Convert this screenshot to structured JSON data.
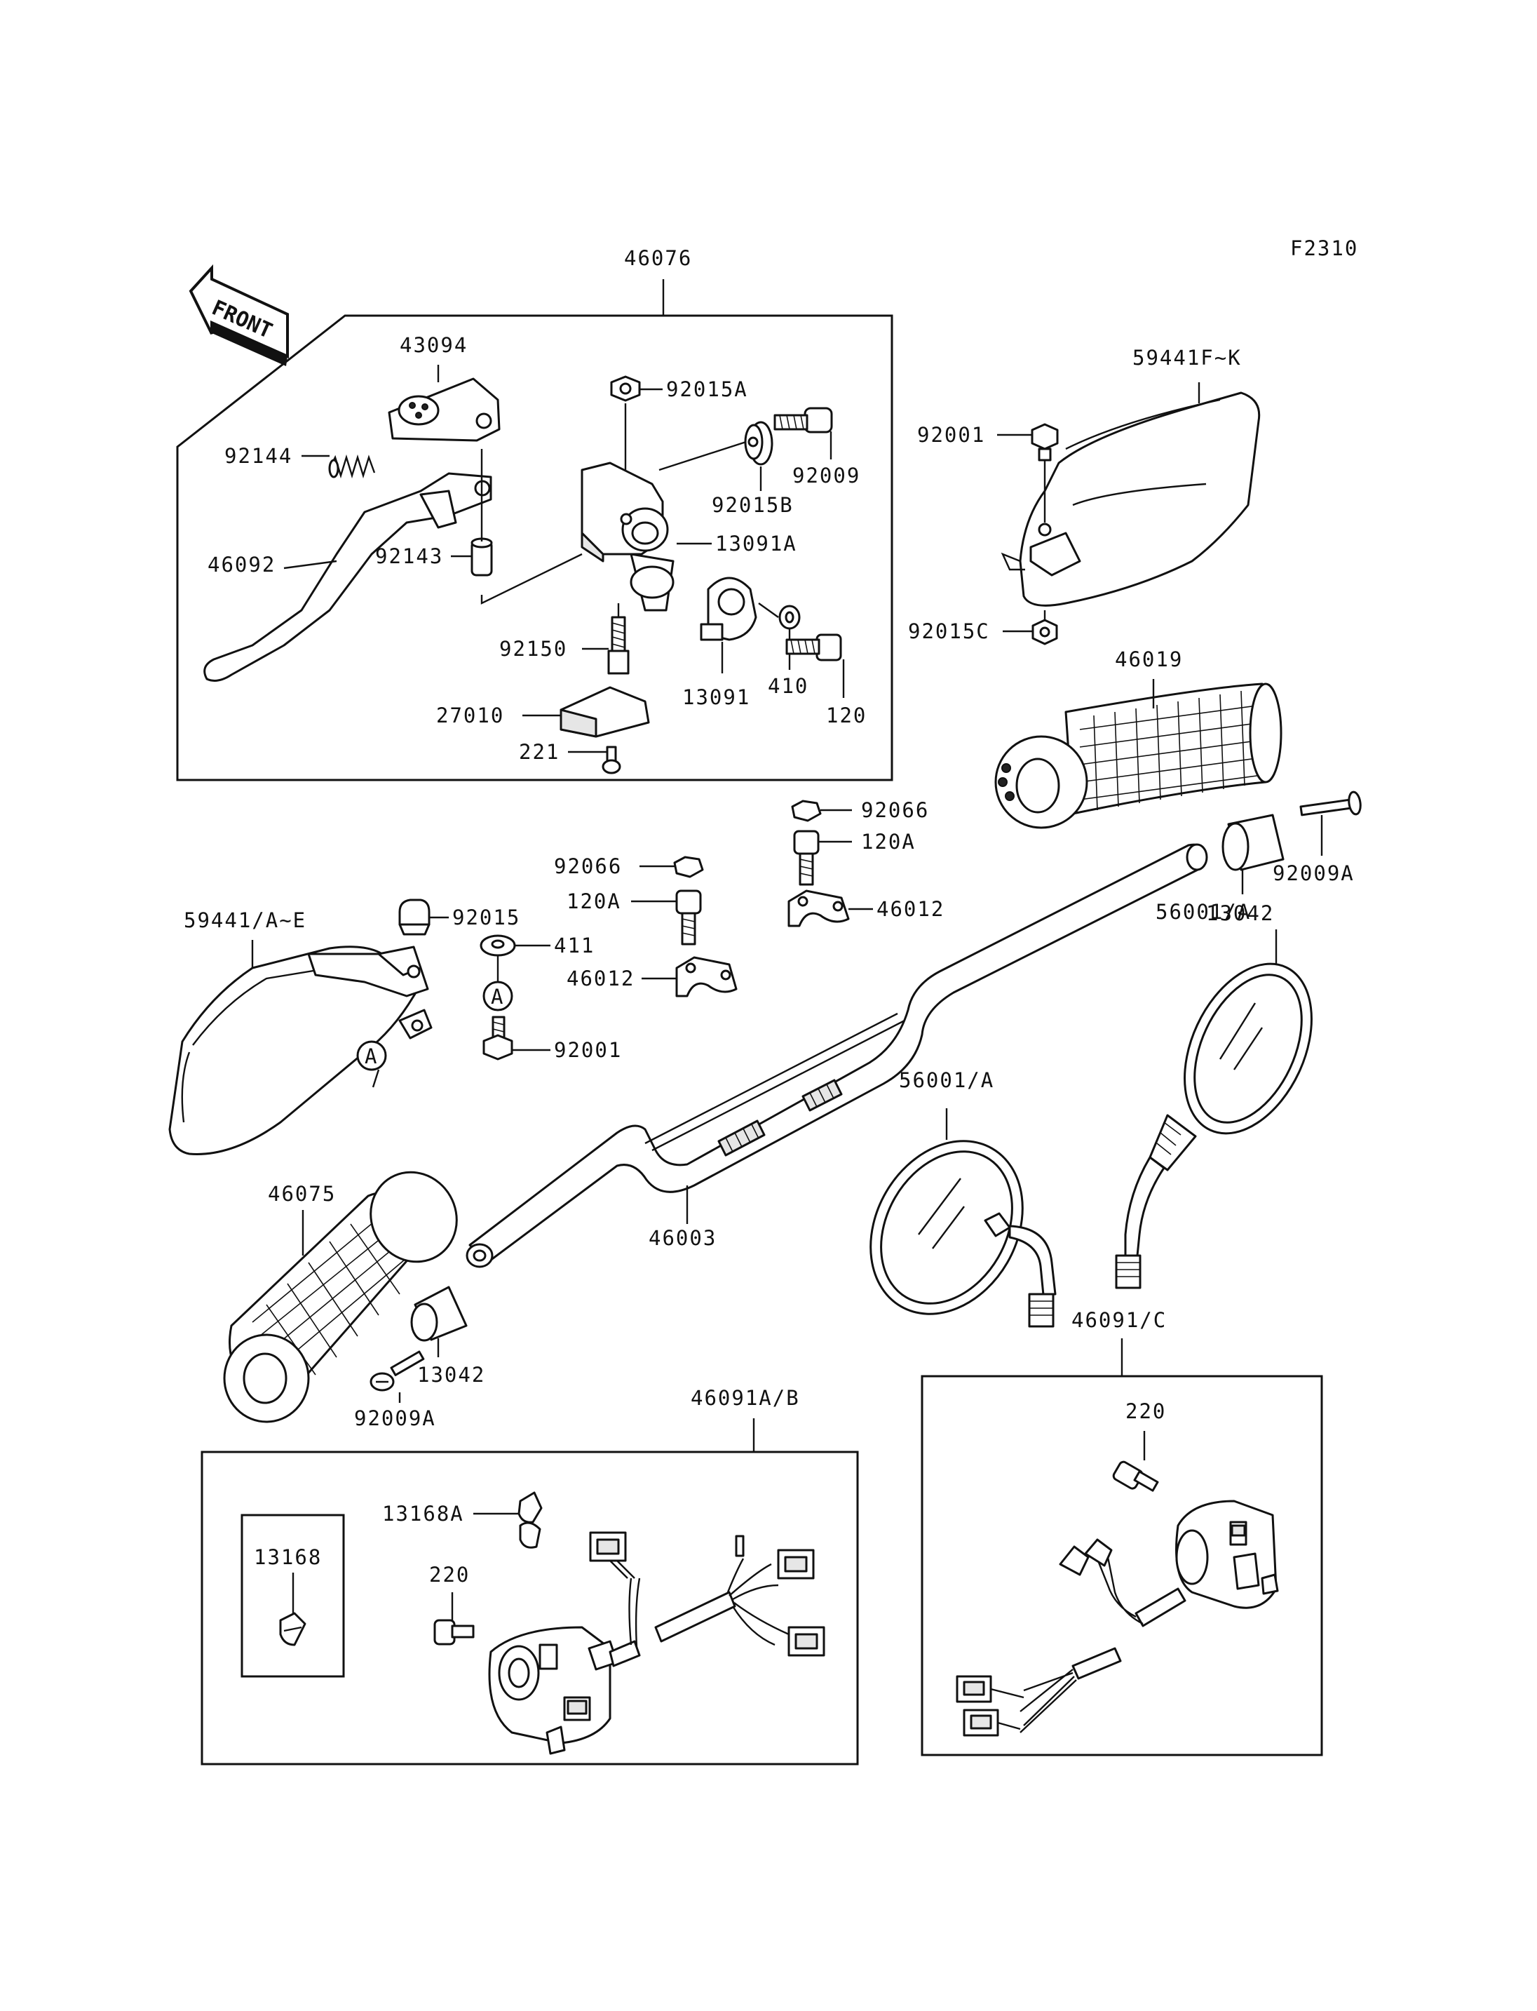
{
  "figure_code": "F2310",
  "front_label": "FRONT",
  "circle_marker": "A",
  "labels": {
    "l46076": "46076",
    "l43094": "43094",
    "l92015A": "92015A",
    "l92144": "92144",
    "l92009": "92009",
    "l92015B": "92015B",
    "l46092": "46092",
    "l92143": "92143",
    "l13091A": "13091A",
    "l92150": "92150",
    "l13091": "13091",
    "l410": "410",
    "l120": "120",
    "l27010": "27010",
    "l221": "221",
    "l59441FK": "59441F~K",
    "l92001a": "92001",
    "l92015C": "92015C",
    "l46019": "46019",
    "l92066a": "92066",
    "l120Aa": "120A",
    "l46012a": "46012",
    "l92066b": "92066",
    "l120Ab": "120A",
    "l13042a": "13042",
    "l92009Aa": "92009A",
    "l59441AE": "59441/A~E",
    "l92015": "92015",
    "l411": "411",
    "l46012b": "46012",
    "l92001b": "92001",
    "l56001Aa": "56001/A",
    "l56001Ab": "56001/A",
    "l46075": "46075",
    "l46003": "46003",
    "l13042b": "13042",
    "l92009Ab": "92009A",
    "l46091C": "46091/C",
    "l46091AB": "46091A/B",
    "l220a": "220",
    "l13168A": "13168A",
    "l13168": "13168",
    "l220b": "220"
  }
}
